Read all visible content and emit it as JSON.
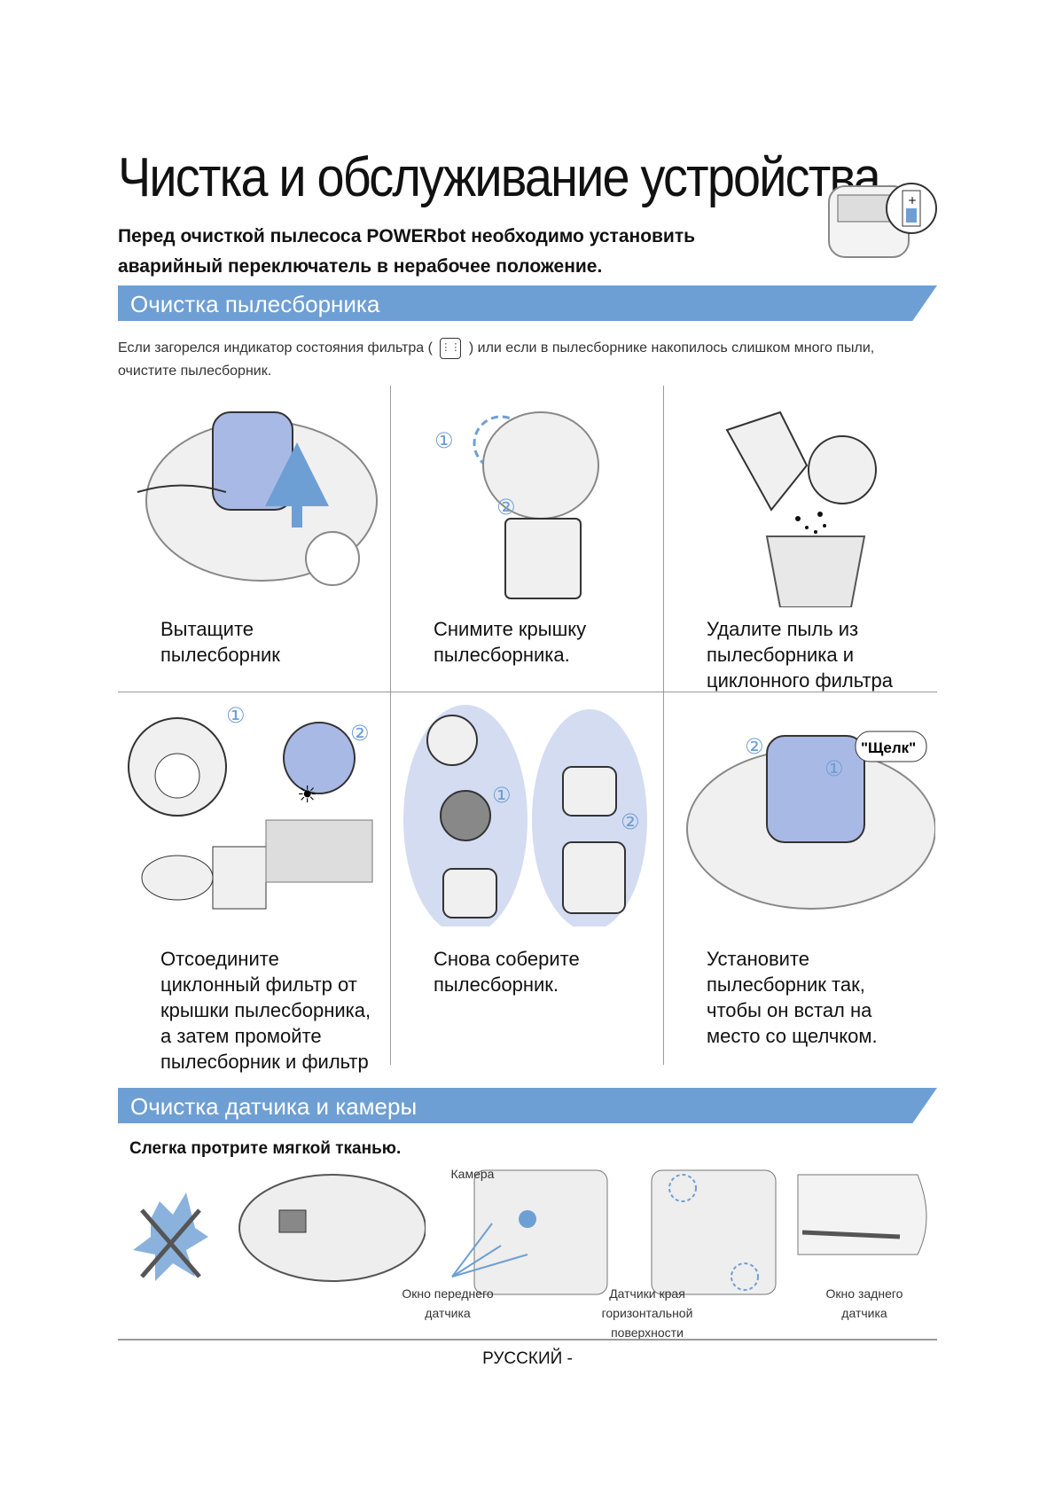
{
  "title": "Чистка и обслуживание устройства",
  "intro": "Перед очисткой пылесоса POWERbot необходимо установить аварийный переключатель в нерабочее положение.",
  "section1": {
    "heading": "Очистка пылесборника",
    "desc_before_icon": "Если загорелся индикатор состояния фильтра (",
    "desc_after_icon": ") или если в пылесборнике накопилось слишком много пыли, очистите пылесборник.",
    "steps": [
      {
        "text": "Вытащите пылесборник"
      },
      {
        "text": "Снимите крышку пылесборника."
      },
      {
        "text": "Удалите пыль из пылесборника и циклонного фильтра"
      },
      {
        "text": "Отсоедините циклонный фильтр от крышки пылесборника, а затем промойте пылесборник и фильтр"
      },
      {
        "text": "Снова соберите пылесборник."
      },
      {
        "text": "Установите пылесборник так, чтобы он встал на место со щелчком."
      }
    ],
    "click_label": "\"Щелк\"",
    "num1": "①",
    "num2": "②"
  },
  "section2": {
    "heading": "Очистка датчика и камеры",
    "instruction": "Слегка протрите мягкой тканью.",
    "camera_label": "Камера",
    "front_sensor_label": "Окно переднего датчика",
    "edge_sensor_label": "Датчики края горизонтальной поверхности",
    "rear_sensor_label": "Окно заднего датчика"
  },
  "footer": "РУССКИЙ -",
  "colors": {
    "accent": "#6e9fd4",
    "illustration_blue": "#a9b9e6",
    "line_gray": "#999999"
  }
}
